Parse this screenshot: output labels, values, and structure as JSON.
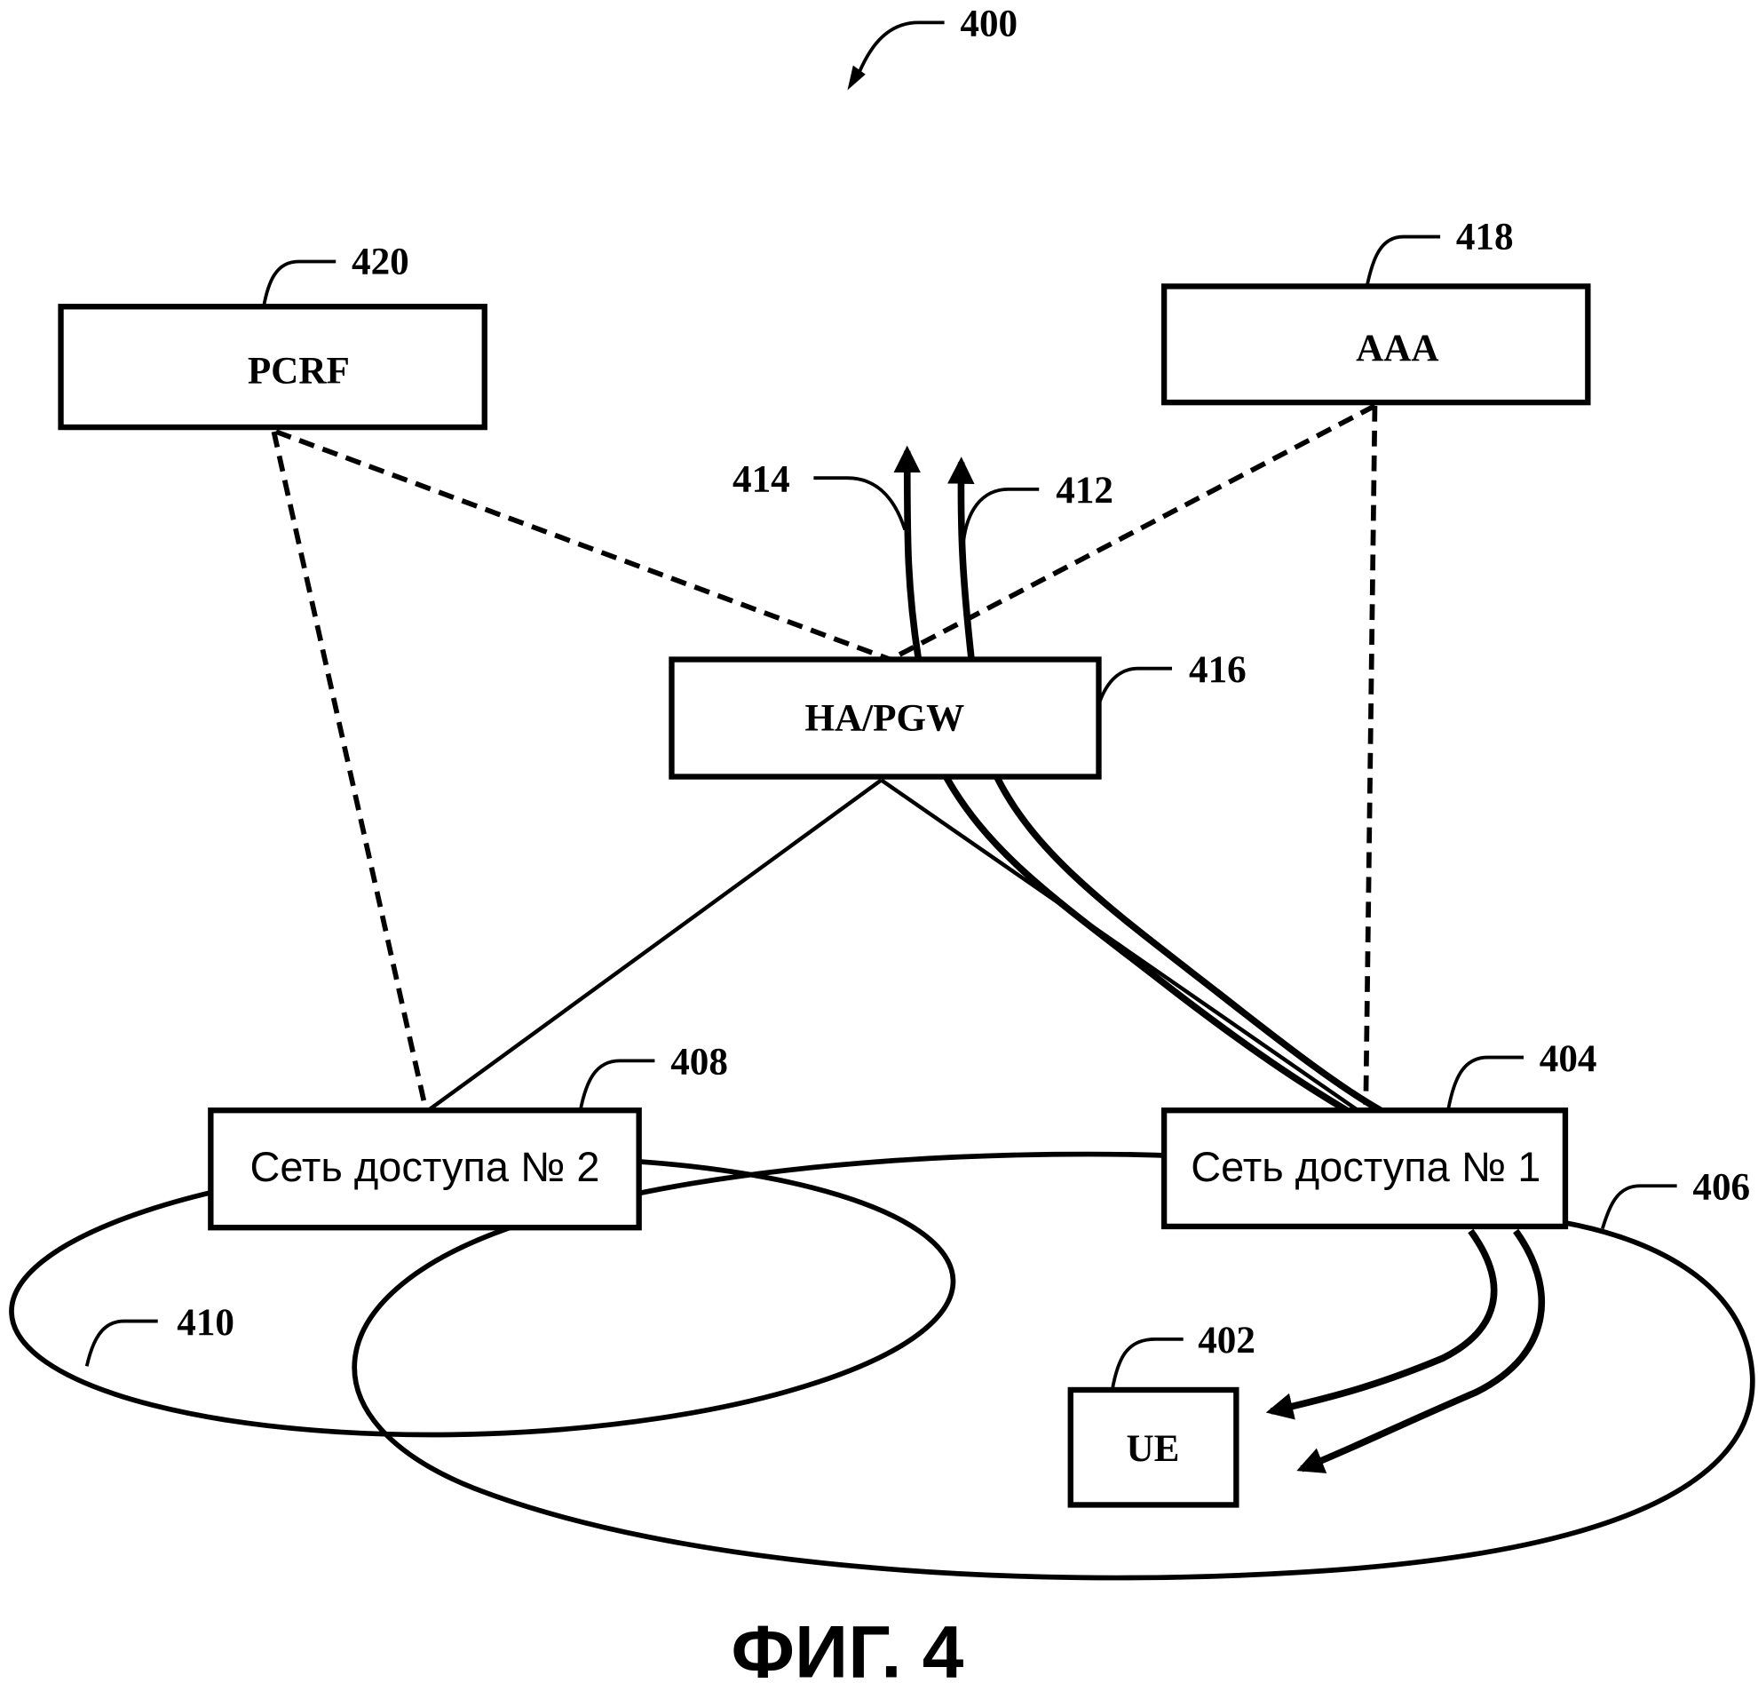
{
  "figure": {
    "caption": "ФИГ. 4",
    "ref": "400"
  },
  "nodes": {
    "pcrf": {
      "label": "PCRF",
      "ref": "420"
    },
    "aaa": {
      "label": "AAA",
      "ref": "418"
    },
    "hapgw": {
      "label": "HA/PGW",
      "ref": "416"
    },
    "an2": {
      "label": "Сеть доступа № 2",
      "ref": "408"
    },
    "an1": {
      "label": "Сеть доступа № 1",
      "ref": "404"
    },
    "ue": {
      "label": "UE",
      "ref": "402"
    }
  },
  "flows": {
    "flow_414": {
      "ref": "414"
    },
    "flow_412": {
      "ref": "412"
    }
  },
  "coverage": {
    "area_410": {
      "ref": "410"
    },
    "area_406": {
      "ref": "406"
    }
  }
}
